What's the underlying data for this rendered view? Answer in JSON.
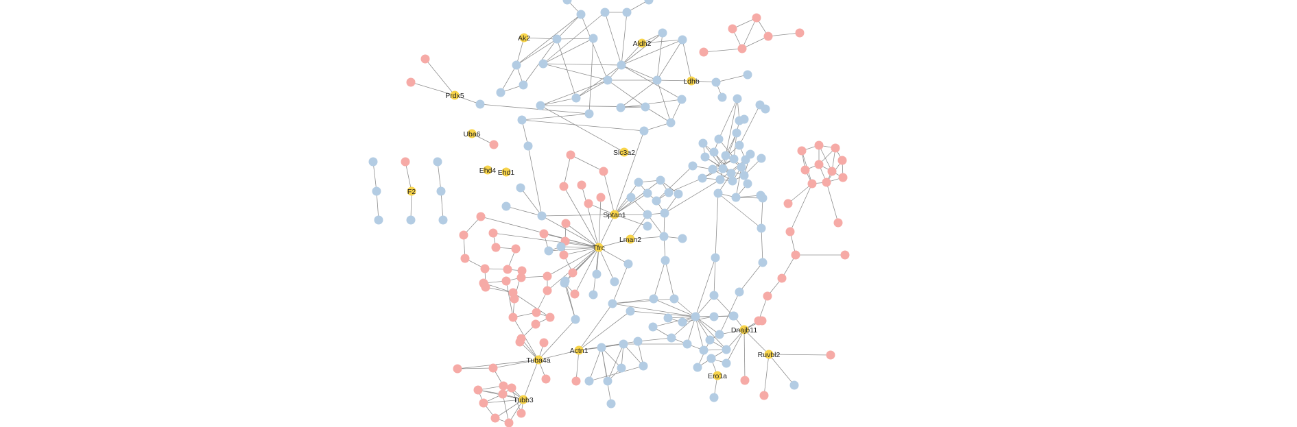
{
  "colors": {
    "background": "#ffffff",
    "edge": "#8c8c8c",
    "node_blue": "#b3cce3",
    "node_pink": "#f6aaa6",
    "node_highlight": "#f8d44a"
  },
  "labels": {
    "ak2": "Ak2",
    "aldh2": "Aldh2",
    "ldhb": "Ldhb",
    "prdx5": "Prdx5",
    "uba6": "Uba6",
    "slc3a2": "Slc3a2",
    "ehd4": "Ehd4",
    "ehd1": "Ehd1",
    "f2": "F2",
    "sptan1": "Sptan1",
    "lman2": "Lman2",
    "tfrc": "Tfrc",
    "dnajb11": "Dnajb11",
    "ruvbl2": "Ruvbl2",
    "actn1": "Actn1",
    "tuba4a": "Tuba4a",
    "ero1a": "Ero1a",
    "tubb3": "Tubb3"
  }
}
